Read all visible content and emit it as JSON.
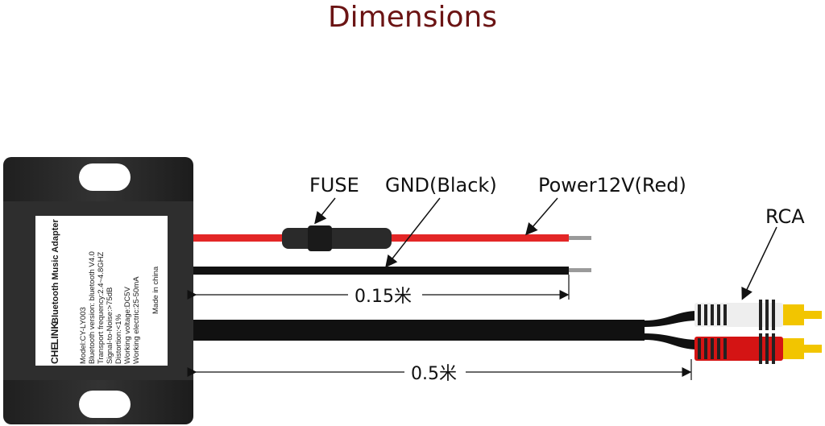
{
  "title": "Dimensions",
  "labels": {
    "fuse": "FUSE",
    "gnd": "GND(Black)",
    "power": "Power12V(Red)",
    "rca": "RCA"
  },
  "dimensions": {
    "short": "0.15米",
    "long": "0.5米"
  },
  "sticker": {
    "brand_left": "CHE",
    "brand_right": "LINK",
    "product": "Bluetooth Music Adapter",
    "lines": [
      "Model:CY-LY003",
      "Bluetooth version: bluetooth V4.0",
      "Transport frequency:2.4~4.8GHZ",
      "Signal-to-Noise:>75dB",
      "Distortion:<1%",
      "Working voltage:DC5V",
      "Working electric:25-50mA"
    ],
    "made_in": "Made in china"
  },
  "colors": {
    "title": "#6b1414",
    "red_wire": "#e32626",
    "black_wire": "#111111",
    "box": "#2a2a2a",
    "rca_yellow": "#f2c500",
    "rca_red": "#d41414"
  }
}
